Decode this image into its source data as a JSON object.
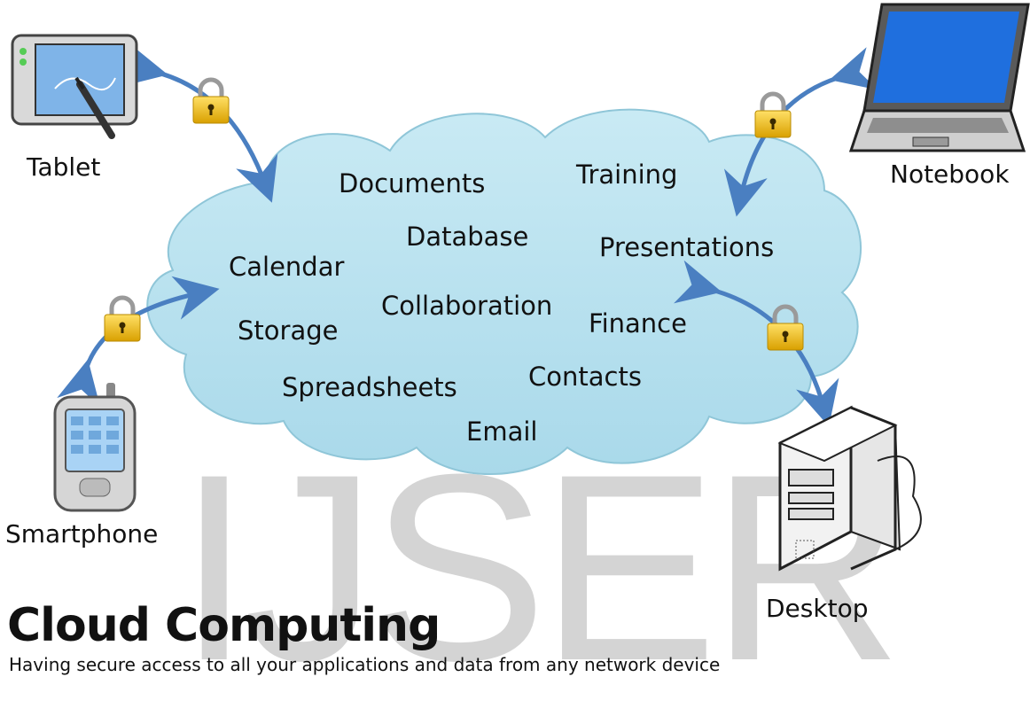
{
  "watermark": "IJSER",
  "title": "Cloud Computing",
  "subtitle": "Having secure access to all your applications and data from any network device",
  "services": {
    "documents": "Documents",
    "training": "Training",
    "database": "Database",
    "presentations": "Presentations",
    "calendar": "Calendar",
    "collaboration": "Collaboration",
    "finance": "Finance",
    "storage": "Storage",
    "contacts": "Contacts",
    "spreadsheets": "Spreadsheets",
    "email": "Email"
  },
  "devices": {
    "tablet": "Tablet",
    "notebook": "Notebook",
    "smartphone": "Smartphone",
    "desktop": "Desktop"
  },
  "colors": {
    "cloud_fill": "#bde3ef",
    "cloud_stroke": "#8fc6d8",
    "arrow": "#4a7fc1",
    "lock": "#f2c21a"
  }
}
